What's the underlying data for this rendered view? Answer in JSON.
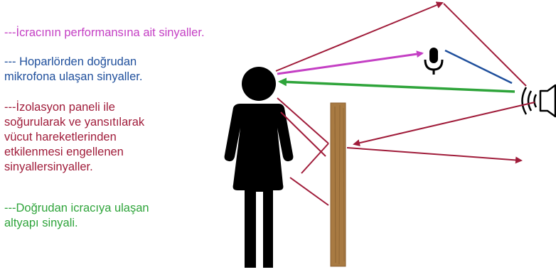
{
  "legend": {
    "performer": {
      "text": "---İcracının performansına ait sinyaller.",
      "color": "#c43fc4"
    },
    "speaker": {
      "text": "--- Hoparlörden doğrudan\nmikrofona ulaşan sinyaller.",
      "color": "#1f4f9c"
    },
    "panel": {
      "text": "---İzolasyon paneli ile\nsoğurularak ve yansıtılarak\nvücut hareketlerinden\netkilenmesi engellenen\nsinyallersinyaller.",
      "color": "#a01c3a"
    },
    "cue": {
      "text": "---Doğrudan icracıya ulaşan\naltyapı sinyali.",
      "color": "#2ea43a"
    }
  },
  "scene": {
    "icons": [
      "person-icon",
      "microphone-icon",
      "speaker-icon",
      "wooden-panel"
    ],
    "colors": {
      "figure": "#000000",
      "panel_wood": "#a87a42",
      "panel_grain": "#7a5428",
      "performer_signal": "#c43fc4",
      "speaker_signal": "#1f4f9c",
      "panel_signal": "#a01c3a",
      "cue_signal": "#2ea43a"
    }
  }
}
